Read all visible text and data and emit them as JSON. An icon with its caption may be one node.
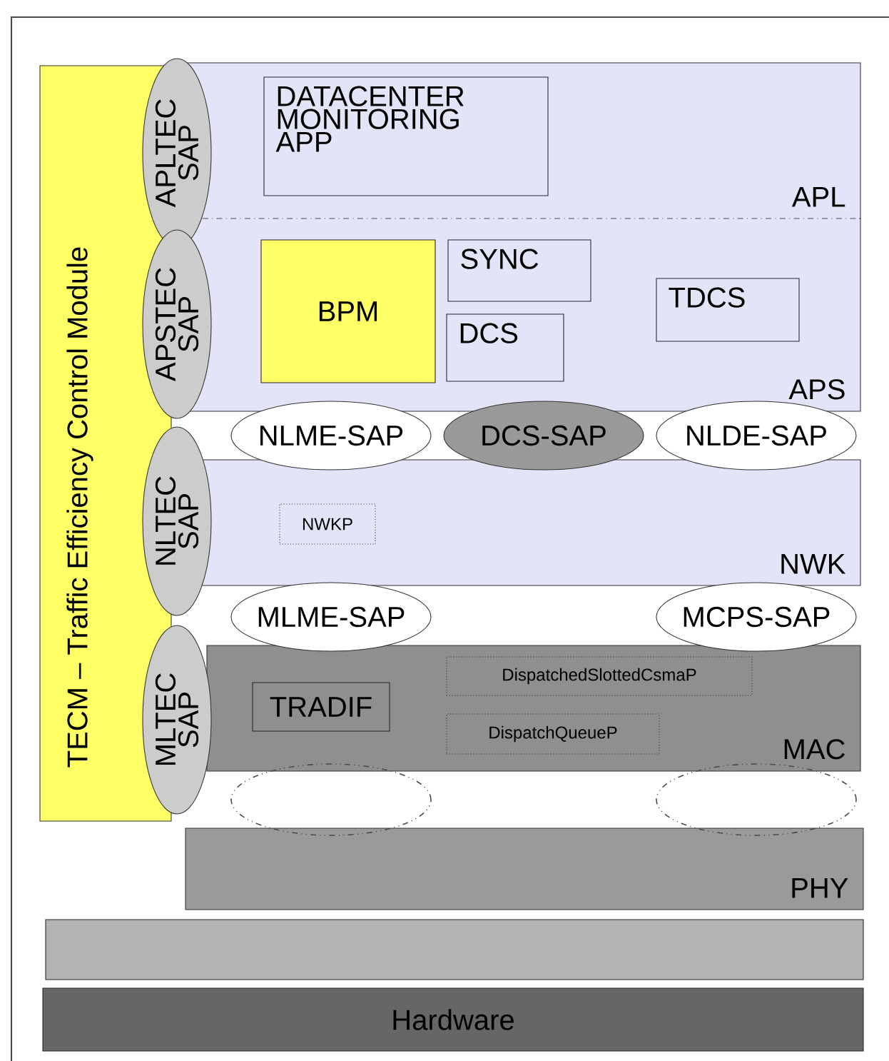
{
  "diagram": {
    "nodes": [
      {
        "text": [
          "TECM – Traffic Efficiency Control Module"
        ]
      },
      {
        "text": [
          "APL"
        ]
      },
      {
        "text": [
          "DATACENTER MONITORING APP"
        ],
        "in": 1
      },
      {
        "text": [
          "APLTEC SAP"
        ]
      },
      {
        "text": [
          "APS"
        ]
      },
      {
        "text": [
          "APSTEC SAP"
        ]
      },
      {
        "text": [
          "BPM"
        ],
        "in": 4
      },
      {
        "text": [
          "SYNC"
        ],
        "in": 4
      },
      {
        "text": [
          "DCS"
        ],
        "in": 4
      },
      {
        "text": [
          "TDCS"
        ],
        "in": 4
      },
      {
        "text": [
          "NLME-SAP"
        ]
      },
      {
        "text": [
          "DCS-SAP"
        ]
      },
      {
        "text": [
          "NLDE-SAP"
        ]
      },
      {
        "text": [
          "NWK"
        ]
      },
      {
        "text": [
          "NLTEC SAP"
        ]
      },
      {
        "text": [
          "NWKP"
        ],
        "in": 13
      },
      {
        "text": [
          "MLME-SAP"
        ]
      },
      {
        "text": [
          "MCPS-SAP"
        ]
      },
      {
        "text": [
          "MAC"
        ]
      },
      {
        "text": [
          "MLTEC SAP"
        ]
      },
      {
        "text": [
          "TRADIF"
        ],
        "in": 18
      },
      {
        "text": [
          "DispatchedSlottedCsmaP"
        ],
        "in": 18
      },
      {
        "text": [
          "DispatchQueueP"
        ],
        "in": 18
      },
      {
        "text": [],
        "shape": "ellipse"
      },
      {
        "text": [],
        "shape": "ellipse"
      },
      {
        "text": [
          "PHY"
        ]
      },
      {
        "text": [],
        "shape": "bar"
      },
      {
        "text": [
          "Hardware"
        ]
      }
    ]
  }
}
